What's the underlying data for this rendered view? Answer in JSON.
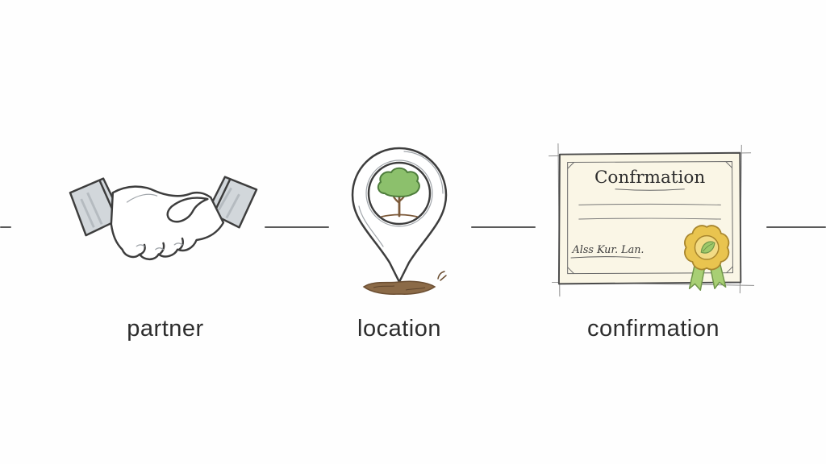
{
  "steps": [
    {
      "label": "partner",
      "icon": "handshake-icon"
    },
    {
      "label": "location",
      "icon": "location-pin-tree-icon"
    },
    {
      "label": "confirmation",
      "icon": "certificate-icon"
    }
  ],
  "certificate": {
    "title": "Confrmation",
    "signature": "Alss Kur. Lan."
  },
  "colors": {
    "background": "#fefefe",
    "ink": "#3d3d3d",
    "sleeve_gray": "#d2d7db",
    "tree_green": "#8cc06c",
    "tree_outline": "#4e7d3c",
    "trunk_brown": "#7d5a3a",
    "soil_brown": "#8b6a47",
    "certificate_cream": "#faf6e6",
    "rosette_gold": "#e9c44f",
    "ribbon_green": "#a8cf74",
    "label_text": "#2d2d2d",
    "connector_line": "#5a5a5a"
  }
}
